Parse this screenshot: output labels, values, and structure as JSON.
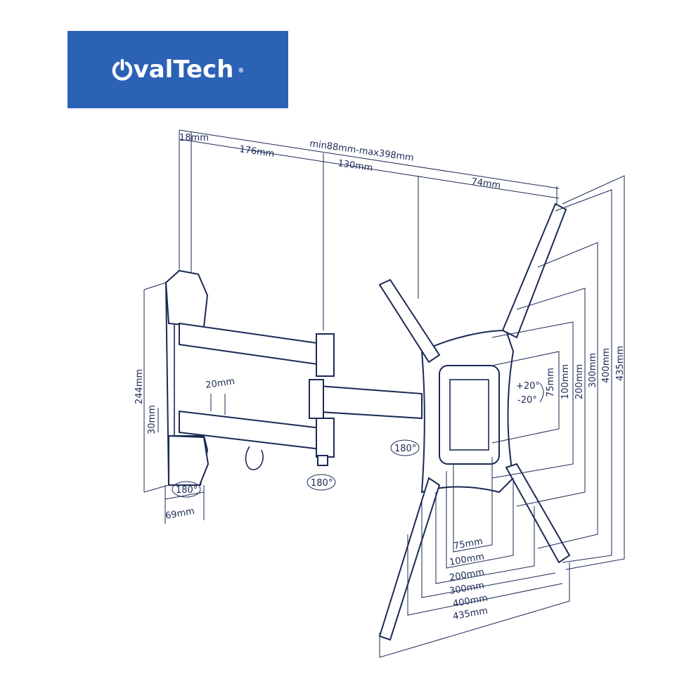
{
  "logo": {
    "brand": "valTech",
    "registered": "®",
    "background": "#2b62b6"
  },
  "dimensions": {
    "top": {
      "d18": "18mm",
      "d176": "176mm",
      "range": "min88mm-max398mm",
      "d130": "130mm",
      "d74": "74mm"
    },
    "wall_plate": {
      "height": "244mm",
      "d30": "30mm",
      "d20": "20mm",
      "width": "69mm"
    },
    "rotation": {
      "wall": "180°",
      "arm": "180°",
      "head": "180°"
    },
    "tilt": {
      "up": "+20°",
      "down": "-20°"
    },
    "vertical": [
      "75mm",
      "100mm",
      "200mm",
      "300mm",
      "400mm",
      "435mm"
    ],
    "horizontal": [
      "75mm",
      "100mm",
      "200mm",
      "300mm",
      "400mm",
      "435mm"
    ]
  },
  "colors": {
    "line": "#1b2a55"
  }
}
